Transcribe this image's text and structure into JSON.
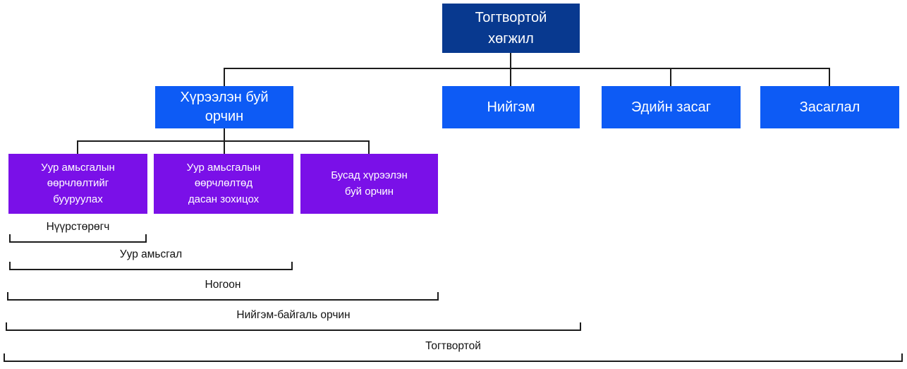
{
  "diagram": {
    "title_node": {
      "label": "Тогтвортой\nхөгжил"
    },
    "pillars": [
      {
        "label": "Хүрээлэн буй\nорчин"
      },
      {
        "label": "Нийгэм"
      },
      {
        "label": "Эдийн засаг"
      },
      {
        "label": "Засаглал"
      }
    ],
    "environment_children": [
      {
        "label": "Уур амьсгалын\nөөрчлөлтийг\nбууруулах"
      },
      {
        "label": "Уур амьсгалын\nөөрчлөлтөд\nдасан зохицох"
      },
      {
        "label": "Бусад хүрээлэн\nбуй орчин"
      }
    ],
    "scope_brackets": [
      {
        "label": "Нүүрстөрөгч"
      },
      {
        "label": "Уур амьсгал"
      },
      {
        "label": "Ногоон"
      },
      {
        "label": "Нийгэм-байгаль орчин"
      },
      {
        "label": "Тогтвортой"
      }
    ],
    "colors": {
      "root_box": "#08398f",
      "pillar_box": "#0d5bf5",
      "child_box": "#7a10e8",
      "connector": "#1c1c1c",
      "box_text": "#ffffff",
      "bracket_text": "#111111"
    }
  }
}
